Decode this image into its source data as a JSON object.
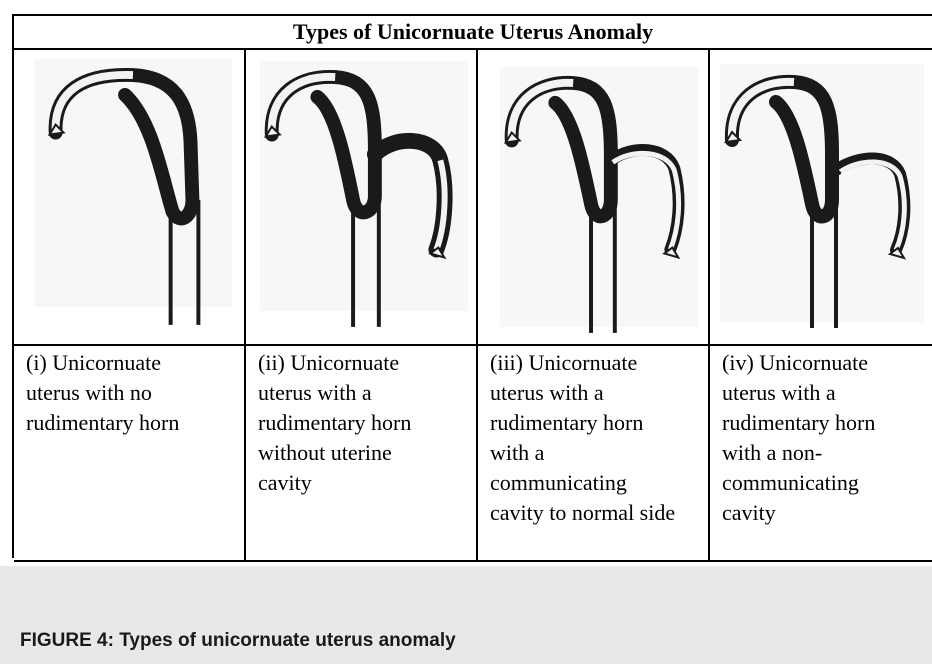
{
  "table": {
    "title": "Types of Unicornuate Uterus Anomaly",
    "cells": [
      {
        "label": "(i) Unicornuate\nuterus with no\nrudimentary horn",
        "icon": "uterus-no-horn-illustration"
      },
      {
        "label": "(ii) Unicornuate\nuterus with a\nrudimentary horn\nwithout uterine\ncavity",
        "icon": "uterus-horn-no-cavity-illustration"
      },
      {
        "label": "(iii) Unicornuate\nuterus with a\nrudimentary horn\nwith a\ncommunicating\ncavity to normal side",
        "icon": "uterus-communicating-horn-illustration"
      },
      {
        "label": "(iv) Unicornuate\nuterus with a\nrudimentary horn\nwith a non-\ncommunicating\ncavity",
        "icon": "uterus-noncommunicating-horn-illustration"
      }
    ]
  },
  "figure_caption": "FIGURE 4: Types of unicornuate uterus anomaly",
  "colors": {
    "line": "#000000",
    "footer_bg": "#e8e8e8",
    "tube_fill": "#f3f3f3",
    "dark_fill": "#1a1a1a"
  }
}
